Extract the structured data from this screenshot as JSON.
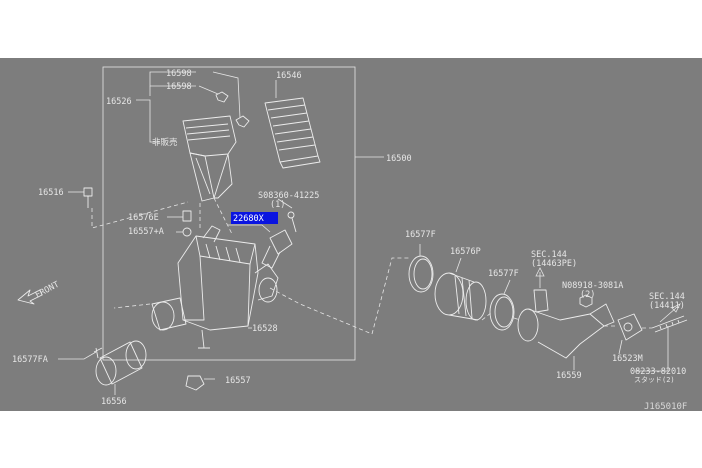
{
  "diagram": {
    "direction_label": "FRONT",
    "figure_code": "J165010F",
    "highlighted_part": "22680X",
    "labels": {
      "p16598a": "16598",
      "p16598b": "16598",
      "p16546": "16546",
      "p16526": "16526",
      "not_sold": "非販売",
      "p16500": "16500",
      "p16516": "16516",
      "bolt_08360": "S08360-41225",
      "bolt_08360_qty": "(1)",
      "p16576e": "16576E",
      "p16557a": "16557+A",
      "p16577f_top": "16577F",
      "p16576p": "16576P",
      "sec144_a": "SEC.144",
      "sec144_a_ref": "(14463PE)",
      "p16577f_mid": "16577F",
      "nut_08918": "N08918-3081A",
      "nut_08918_qty": "(2)",
      "sec144_b": "SEC.144",
      "sec144_b_ref": "(14411)",
      "p16528": "16528",
      "p16577fa": "16577FA",
      "p16557": "16557",
      "p16556": "16556",
      "p16559": "16559",
      "p16523m": "16523M",
      "stud_08233": "08233-82010",
      "stud_qty": "スタッド(2)"
    }
  }
}
